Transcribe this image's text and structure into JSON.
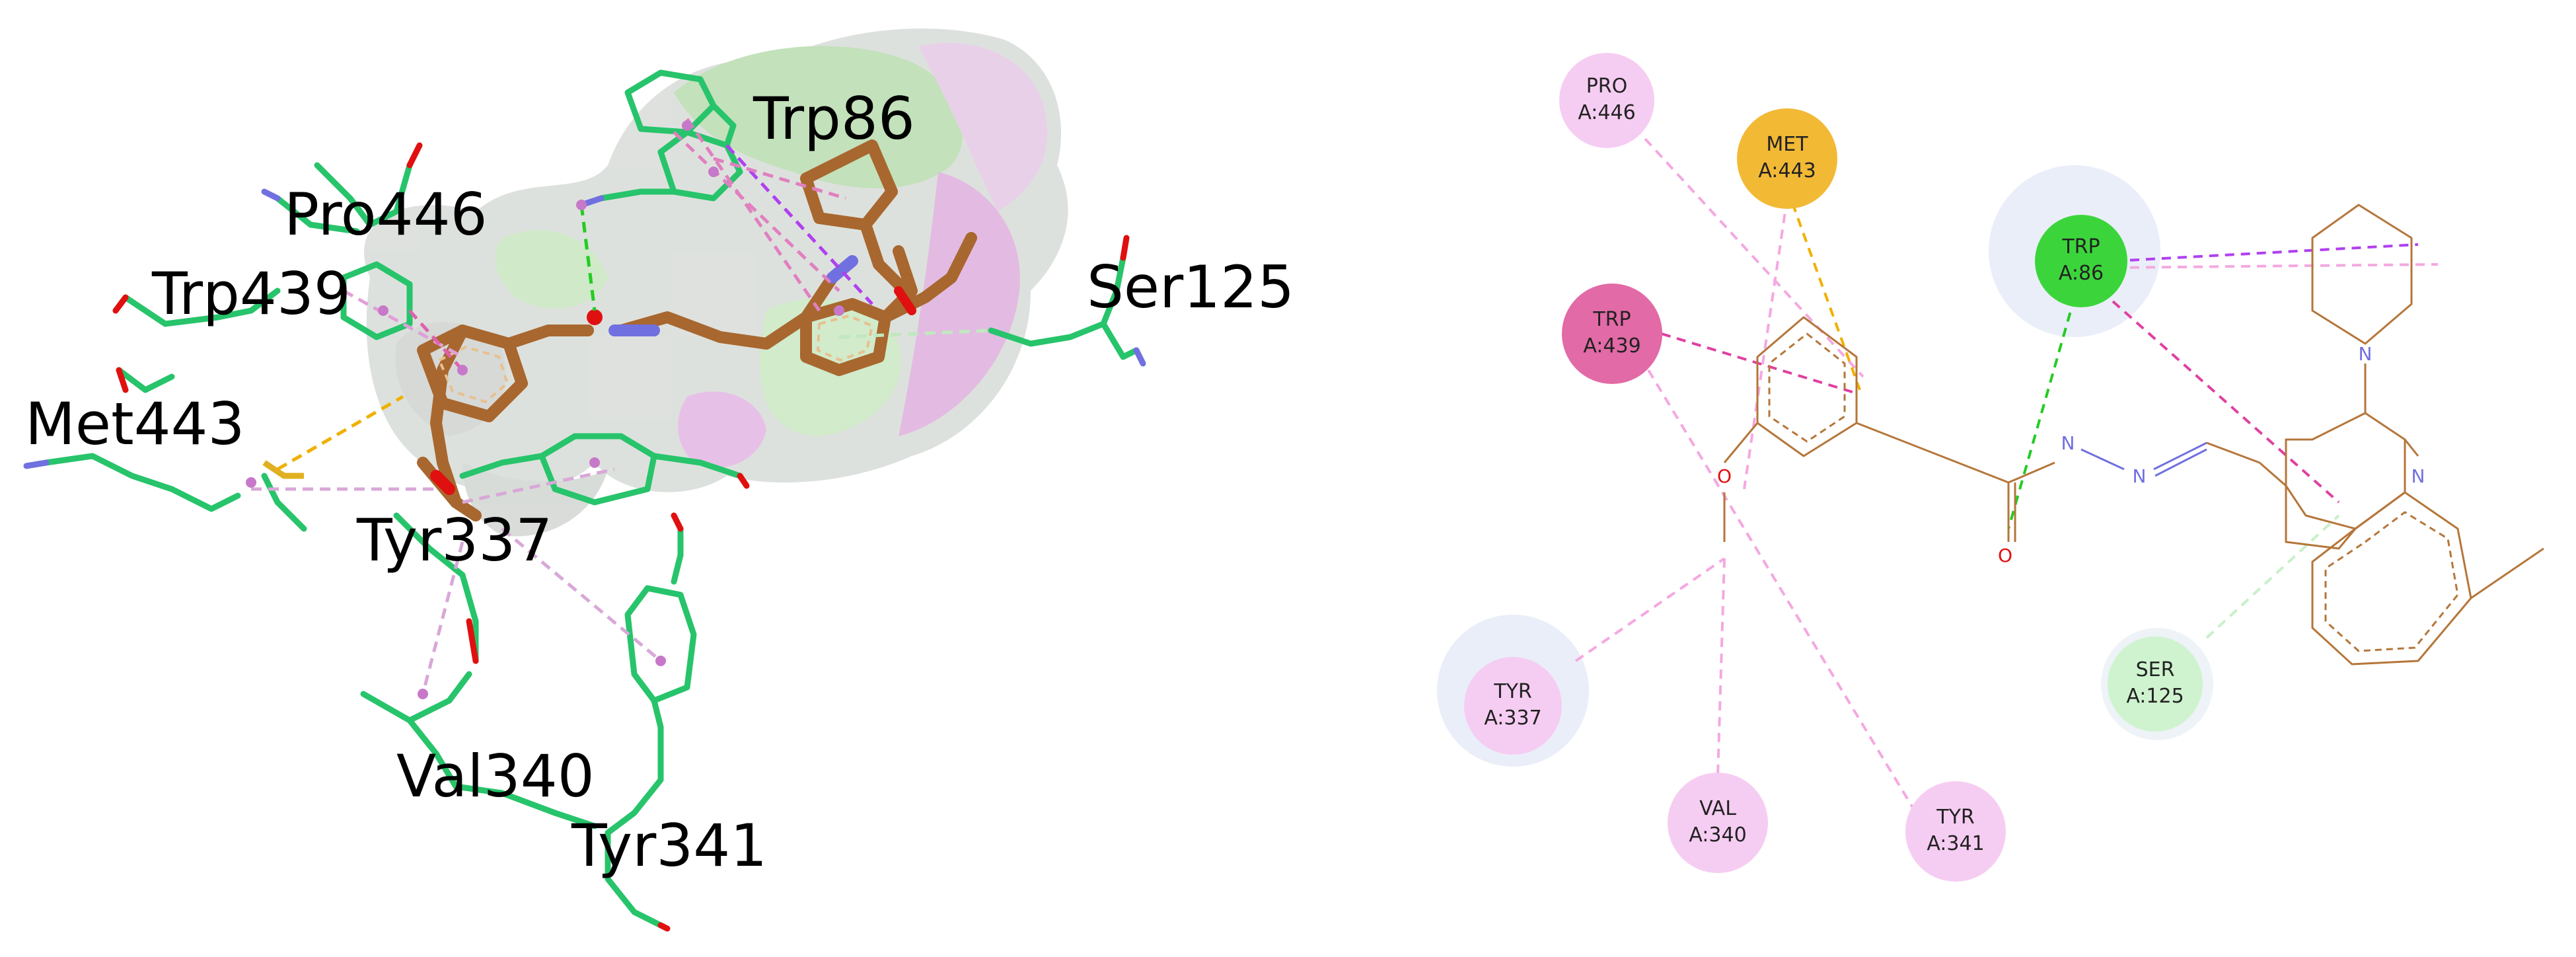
{
  "left_panel": {
    "residue_labels": [
      {
        "id": "trp86",
        "text": "Trp86"
      },
      {
        "id": "pro446",
        "text": "Pro446"
      },
      {
        "id": "trp439",
        "text": "Trp439"
      },
      {
        "id": "ser125",
        "text": "Ser125"
      },
      {
        "id": "met443",
        "text": "Met443"
      },
      {
        "id": "tyr337",
        "text": "Tyr337"
      },
      {
        "id": "val340",
        "text": "Val340"
      },
      {
        "id": "tyr341",
        "text": "Tyr341"
      }
    ]
  },
  "right_panel": {
    "residues": [
      {
        "id": "pro446",
        "name": "PRO",
        "chain_pos": "A:446",
        "interaction": "pi-alkyl",
        "color": "#f4c4f0"
      },
      {
        "id": "met443",
        "name": "MET",
        "chain_pos": "A:443",
        "interaction": "pi-sulfur",
        "color": "#f0b830"
      },
      {
        "id": "trp439",
        "name": "TRP",
        "chain_pos": "A:439",
        "interaction": "pi-pi stacked",
        "color": "#e0589a"
      },
      {
        "id": "trp86",
        "name": "TRP",
        "chain_pos": "A:86",
        "interaction": "conventional hydrogen bond",
        "color": "#2ed42e"
      },
      {
        "id": "tyr337",
        "name": "TYR",
        "chain_pos": "A:337",
        "interaction": "alkyl",
        "color": "#f4c4f0"
      },
      {
        "id": "val340",
        "name": "VAL",
        "chain_pos": "A:340",
        "interaction": "alkyl",
        "color": "#f4c4f0"
      },
      {
        "id": "tyr341",
        "name": "TYR",
        "chain_pos": "A:341",
        "interaction": "alkyl",
        "color": "#f4c4f0"
      },
      {
        "id": "ser125",
        "name": "SER",
        "chain_pos": "A:125",
        "interaction": "carbon hydrogen bond",
        "color": "#c8f0c8"
      }
    ],
    "atoms": {
      "oxygen_ether": "O",
      "oxygen_carbonyl": "O",
      "nitrogen_1": "N",
      "nitrogen_2": "N",
      "nitrogen_ring": "N",
      "nitrogen_piperidine": "N"
    }
  },
  "colors": {
    "ligand_bond": "#b5763a",
    "carbon_green": "#27c46b",
    "oxygen": "#e01010",
    "nitrogen": "#7070e0",
    "hbond": "#22cc22",
    "pi_sulfur": "#f0b000",
    "pi_pi": "#e040a0",
    "pi_alkyl": "#f4a0e0",
    "amide_pi": "#b040f0"
  }
}
